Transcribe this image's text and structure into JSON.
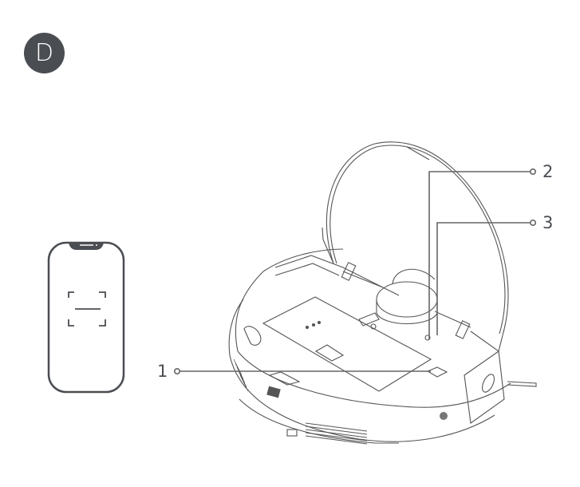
{
  "section_badge": {
    "label": "D",
    "color": "#4a4d52"
  },
  "phone": {
    "icon": "qr-scan-icon",
    "stroke_color": "#4a4d52"
  },
  "robot": {
    "icon": "robot-vacuum-lid-open-icon",
    "stroke_color": "#555555"
  },
  "callouts": [
    {
      "number": "1",
      "target": "qr-code-sticker"
    },
    {
      "number": "2",
      "target": "indicator-button"
    },
    {
      "number": "3",
      "target": "reset-button"
    }
  ],
  "line_color": "#666666"
}
